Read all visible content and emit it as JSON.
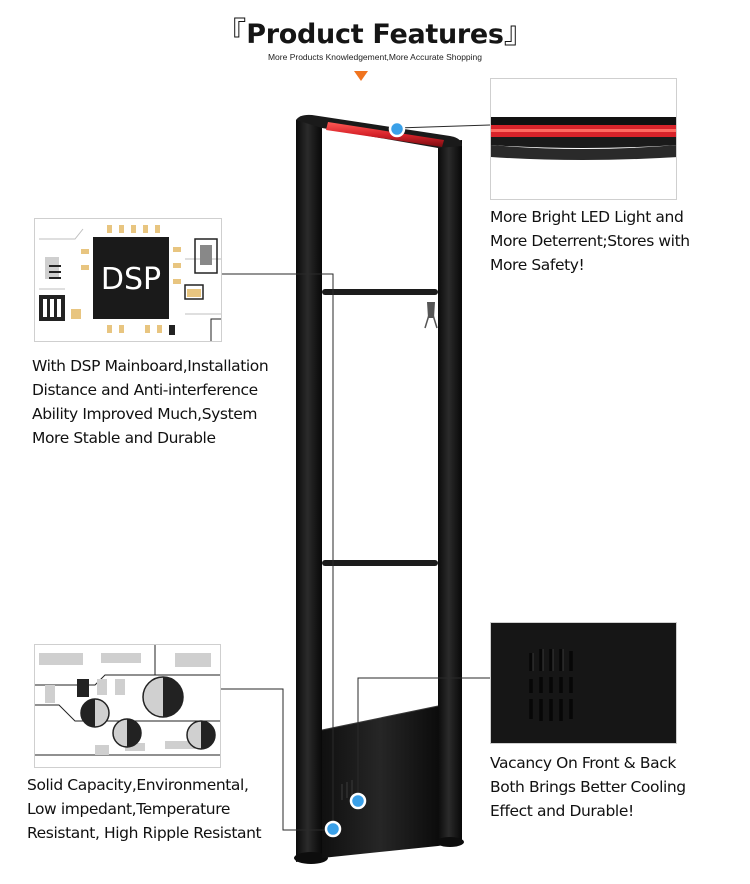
{
  "header": {
    "title": "Product Features",
    "subtitle": "More Products Knowledgement,More Accurate Shopping"
  },
  "features": {
    "led": {
      "lines": [
        "More Bright LED Light and",
        "More Deterrent;Stores with",
        "More Safety!"
      ]
    },
    "dsp": {
      "chip_label": "DSP",
      "lines": [
        "With DSP Mainboard,Installation",
        "Distance and Anti-interference",
        "Ability Improved Much,System",
        "More Stable and Durable"
      ]
    },
    "vent": {
      "lines": [
        "Vacancy On Front & Back",
        "Both Brings Better Cooling",
        "Effect and Durable!"
      ]
    },
    "capacitor": {
      "lines": [
        "Solid Capacity,Environmental,",
        "Low impedant,Temperature",
        "Resistant, High Ripple Resistant"
      ]
    }
  },
  "colors": {
    "arrow": "#f0741f",
    "marker": "#3aa0e8",
    "led_red": "#d8232a",
    "gate_black": "#151515"
  }
}
